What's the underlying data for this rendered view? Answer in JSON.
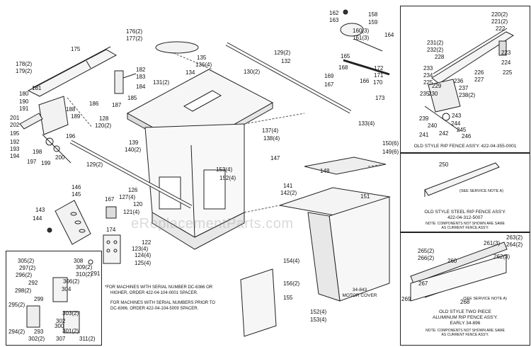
{
  "watermark": "eReplacementParts.com",
  "callouts": [
    {
      "id": "c176",
      "text": "176(2)"
    },
    {
      "id": "c177",
      "text": "177(2)"
    },
    {
      "id": "c175",
      "text": "175"
    },
    {
      "id": "c178",
      "text": "178(2)"
    },
    {
      "id": "c179",
      "text": "179(2)"
    },
    {
      "id": "c181",
      "text": "181"
    },
    {
      "id": "c180",
      "text": "180"
    },
    {
      "id": "c190",
      "text": "190"
    },
    {
      "id": "c191",
      "text": "191"
    },
    {
      "id": "c201",
      "text": "201"
    },
    {
      "id": "c202",
      "text": "202"
    },
    {
      "id": "c195",
      "text": "195"
    },
    {
      "id": "c182",
      "text": "182"
    },
    {
      "id": "c183",
      "text": "183"
    },
    {
      "id": "c184",
      "text": "184"
    },
    {
      "id": "c185",
      "text": "185"
    },
    {
      "id": "c186",
      "text": "186"
    },
    {
      "id": "c187",
      "text": "187"
    },
    {
      "id": "c188",
      "text": "188"
    },
    {
      "id": "c189",
      "text": "189"
    },
    {
      "id": "c196",
      "text": "196"
    },
    {
      "id": "c192",
      "text": "192"
    },
    {
      "id": "c193",
      "text": "193"
    },
    {
      "id": "c194",
      "text": "194"
    },
    {
      "id": "c198",
      "text": "198"
    },
    {
      "id": "c197",
      "text": "197"
    },
    {
      "id": "c199",
      "text": "199"
    },
    {
      "id": "c200",
      "text": "200"
    },
    {
      "id": "c135",
      "text": "135"
    },
    {
      "id": "c136",
      "text": "136(4)"
    },
    {
      "id": "c134",
      "text": "134"
    },
    {
      "id": "c131",
      "text": "131(2)"
    },
    {
      "id": "c130",
      "text": "130(2)"
    },
    {
      "id": "c129a",
      "text": "129(2)"
    },
    {
      "id": "c132",
      "text": "132"
    },
    {
      "id": "c128",
      "text": "128"
    },
    {
      "id": "c120",
      "text": "120(2)"
    },
    {
      "id": "c129b",
      "text": "129(2)"
    },
    {
      "id": "c133",
      "text": "133(4)"
    },
    {
      "id": "c139",
      "text": "139"
    },
    {
      "id": "c140",
      "text": "140(2)"
    },
    {
      "id": "c137",
      "text": "137(4)"
    },
    {
      "id": "c138",
      "text": "138(4)"
    },
    {
      "id": "c147",
      "text": "147"
    },
    {
      "id": "c153",
      "text": "153(4)"
    },
    {
      "id": "c152",
      "text": "152(4)"
    },
    {
      "id": "c126",
      "text": "126"
    },
    {
      "id": "c127",
      "text": "127(4)"
    },
    {
      "id": "c146",
      "text": "146"
    },
    {
      "id": "c145",
      "text": "145"
    },
    {
      "id": "c167a",
      "text": "167"
    },
    {
      "id": "c143",
      "text": "143"
    },
    {
      "id": "c144",
      "text": "144"
    },
    {
      "id": "c120b",
      "text": "120"
    },
    {
      "id": "c121",
      "text": "121(4)"
    },
    {
      "id": "c174",
      "text": "174"
    },
    {
      "id": "c122",
      "text": "122"
    },
    {
      "id": "c123",
      "text": "123(4)"
    },
    {
      "id": "c124",
      "text": "124(4)"
    },
    {
      "id": "c125",
      "text": "125(4)"
    },
    {
      "id": "c162",
      "text": "162"
    },
    {
      "id": "c163",
      "text": "163"
    },
    {
      "id": "c158",
      "text": "158"
    },
    {
      "id": "c159",
      "text": "159"
    },
    {
      "id": "c160",
      "text": "160(3)"
    },
    {
      "id": "c161",
      "text": "161(3)"
    },
    {
      "id": "c164",
      "text": "164"
    },
    {
      "id": "c165",
      "text": "165"
    },
    {
      "id": "c168",
      "text": "168"
    },
    {
      "id": "c169",
      "text": "169"
    },
    {
      "id": "c167b",
      "text": "167"
    },
    {
      "id": "c166",
      "text": "166"
    },
    {
      "id": "c172",
      "text": "172"
    },
    {
      "id": "c171",
      "text": "171"
    },
    {
      "id": "c170",
      "text": "170"
    },
    {
      "id": "c173",
      "text": "173"
    },
    {
      "id": "c150",
      "text": "150(6)"
    },
    {
      "id": "c149",
      "text": "149(6)"
    },
    {
      "id": "c148",
      "text": "148"
    },
    {
      "id": "c141",
      "text": "141"
    },
    {
      "id": "c142",
      "text": "142(2)"
    },
    {
      "id": "c151",
      "text": "151"
    },
    {
      "id": "c154",
      "text": "154(4)"
    },
    {
      "id": "c156",
      "text": "156(2)"
    },
    {
      "id": "c155",
      "text": "155"
    },
    {
      "id": "c152b",
      "text": "152(4)"
    },
    {
      "id": "c153b",
      "text": "153(4)"
    },
    {
      "id": "c220",
      "text": "220(2)"
    },
    {
      "id": "c221",
      "text": "221(2)"
    },
    {
      "id": "c222",
      "text": "222"
    },
    {
      "id": "c231",
      "text": "231(2)"
    },
    {
      "id": "c232",
      "text": "232(2)"
    },
    {
      "id": "c228",
      "text": "228"
    },
    {
      "id": "c223",
      "text": "223"
    },
    {
      "id": "c224",
      "text": "224"
    },
    {
      "id": "c225a",
      "text": "225"
    },
    {
      "id": "c233",
      "text": "233"
    },
    {
      "id": "c234",
      "text": "234"
    },
    {
      "id": "c225b",
      "text": "225"
    },
    {
      "id": "c226",
      "text": "226"
    },
    {
      "id": "c227",
      "text": "227"
    },
    {
      "id": "c229",
      "text": "229"
    },
    {
      "id": "c236",
      "text": "236"
    },
    {
      "id": "c237",
      "text": "237"
    },
    {
      "id": "c230",
      "text": "230"
    },
    {
      "id": "c235",
      "text": "235"
    },
    {
      "id": "c238",
      "text": "238(2)"
    },
    {
      "id": "c243",
      "text": "243"
    },
    {
      "id": "c239",
      "text": "239"
    },
    {
      "id": "c240",
      "text": "240"
    },
    {
      "id": "c241",
      "text": "241"
    },
    {
      "id": "c244",
      "text": "244"
    },
    {
      "id": "c245",
      "text": "245"
    },
    {
      "id": "c246",
      "text": "246"
    },
    {
      "id": "c242",
      "text": "242"
    },
    {
      "id": "c250",
      "text": "250"
    },
    {
      "id": "c263",
      "text": "263(2)"
    },
    {
      "id": "c264",
      "text": "264(2)"
    },
    {
      "id": "c261",
      "text": "261(3)"
    },
    {
      "id": "c265",
      "text": "265(2)"
    },
    {
      "id": "c266",
      "text": "266(2)"
    },
    {
      "id": "c260",
      "text": "260"
    },
    {
      "id": "c262",
      "text": "262(3)"
    },
    {
      "id": "c267",
      "text": "267"
    },
    {
      "id": "c268",
      "text": "268"
    },
    {
      "id": "c269",
      "text": "269"
    },
    {
      "id": "c305",
      "text": "305(2)"
    },
    {
      "id": "c297",
      "text": "297(2)"
    },
    {
      "id": "c296",
      "text": "296(2)"
    },
    {
      "id": "c292",
      "text": "292"
    },
    {
      "id": "c298",
      "text": "298(2)"
    },
    {
      "id": "c299",
      "text": "299"
    },
    {
      "id": "c295",
      "text": "295(2)"
    },
    {
      "id": "c308",
      "text": "308"
    },
    {
      "id": "c309",
      "text": "309(2)"
    },
    {
      "id": "c310",
      "text": "310(2)"
    },
    {
      "id": "c291",
      "text": "291"
    },
    {
      "id": "c306",
      "text": "306(2)"
    },
    {
      "id": "c304",
      "text": "304"
    },
    {
      "id": "c303",
      "text": "303(2)"
    },
    {
      "id": "c302",
      "text": "302"
    },
    {
      "id": "c300",
      "text": "300"
    },
    {
      "id": "c301",
      "text": "301(2)"
    },
    {
      "id": "c294",
      "text": "294(2)"
    },
    {
      "id": "c293",
      "text": "293"
    },
    {
      "id": "c302b",
      "text": "302(2)"
    },
    {
      "id": "c307",
      "text": "307"
    },
    {
      "id": "c311",
      "text": "311(2)"
    }
  ],
  "captions": {
    "old_style_rip_fence": "OLD STYLE RIP FENCE ASS'Y. 422-04-355-0001",
    "service_note_a1": "(SEE SERVICE NOTE A)",
    "old_steel_title": "OLD STYLE STEEL RIP FENCE ASS'Y.",
    "old_steel_part": "422-04-312-5007",
    "old_steel_note1": "NOTE: COMPONENTS NOT SHOWN ARE SAME",
    "old_steel_note2": "AS CURRENT FENCE ASS'Y.",
    "service_note_a2": "(SEE SERVICE NOTE A)",
    "two_piece_title1": "OLD STYLE TWO PIECE",
    "two_piece_title2": "ALUMINUM RIP FENCE ASS'Y.",
    "two_piece_title3": "EARLY 34-896",
    "two_piece_note1": "NOTE: COMPONENTS NOT SHOWN ARE SAME",
    "two_piece_note2": "AS CURRENT FENCE ASS'Y.",
    "motor_cover_1": "34-843",
    "motor_cover_2": "MOTOR COVER",
    "spacer_note_1": "*FOR MACHINES WITH SERIAL NUMBER DC-6366 OR",
    "spacer_note_2": "HIGHER, ORDER 422-04-104-0001 SPACER.",
    "spacer_note_3": "FOR MACHINES WITH SERIAL NUMBERS PRIOR TO",
    "spacer_note_4": "DC-6366, ORDER 422-04-104-5009 SPACER."
  }
}
